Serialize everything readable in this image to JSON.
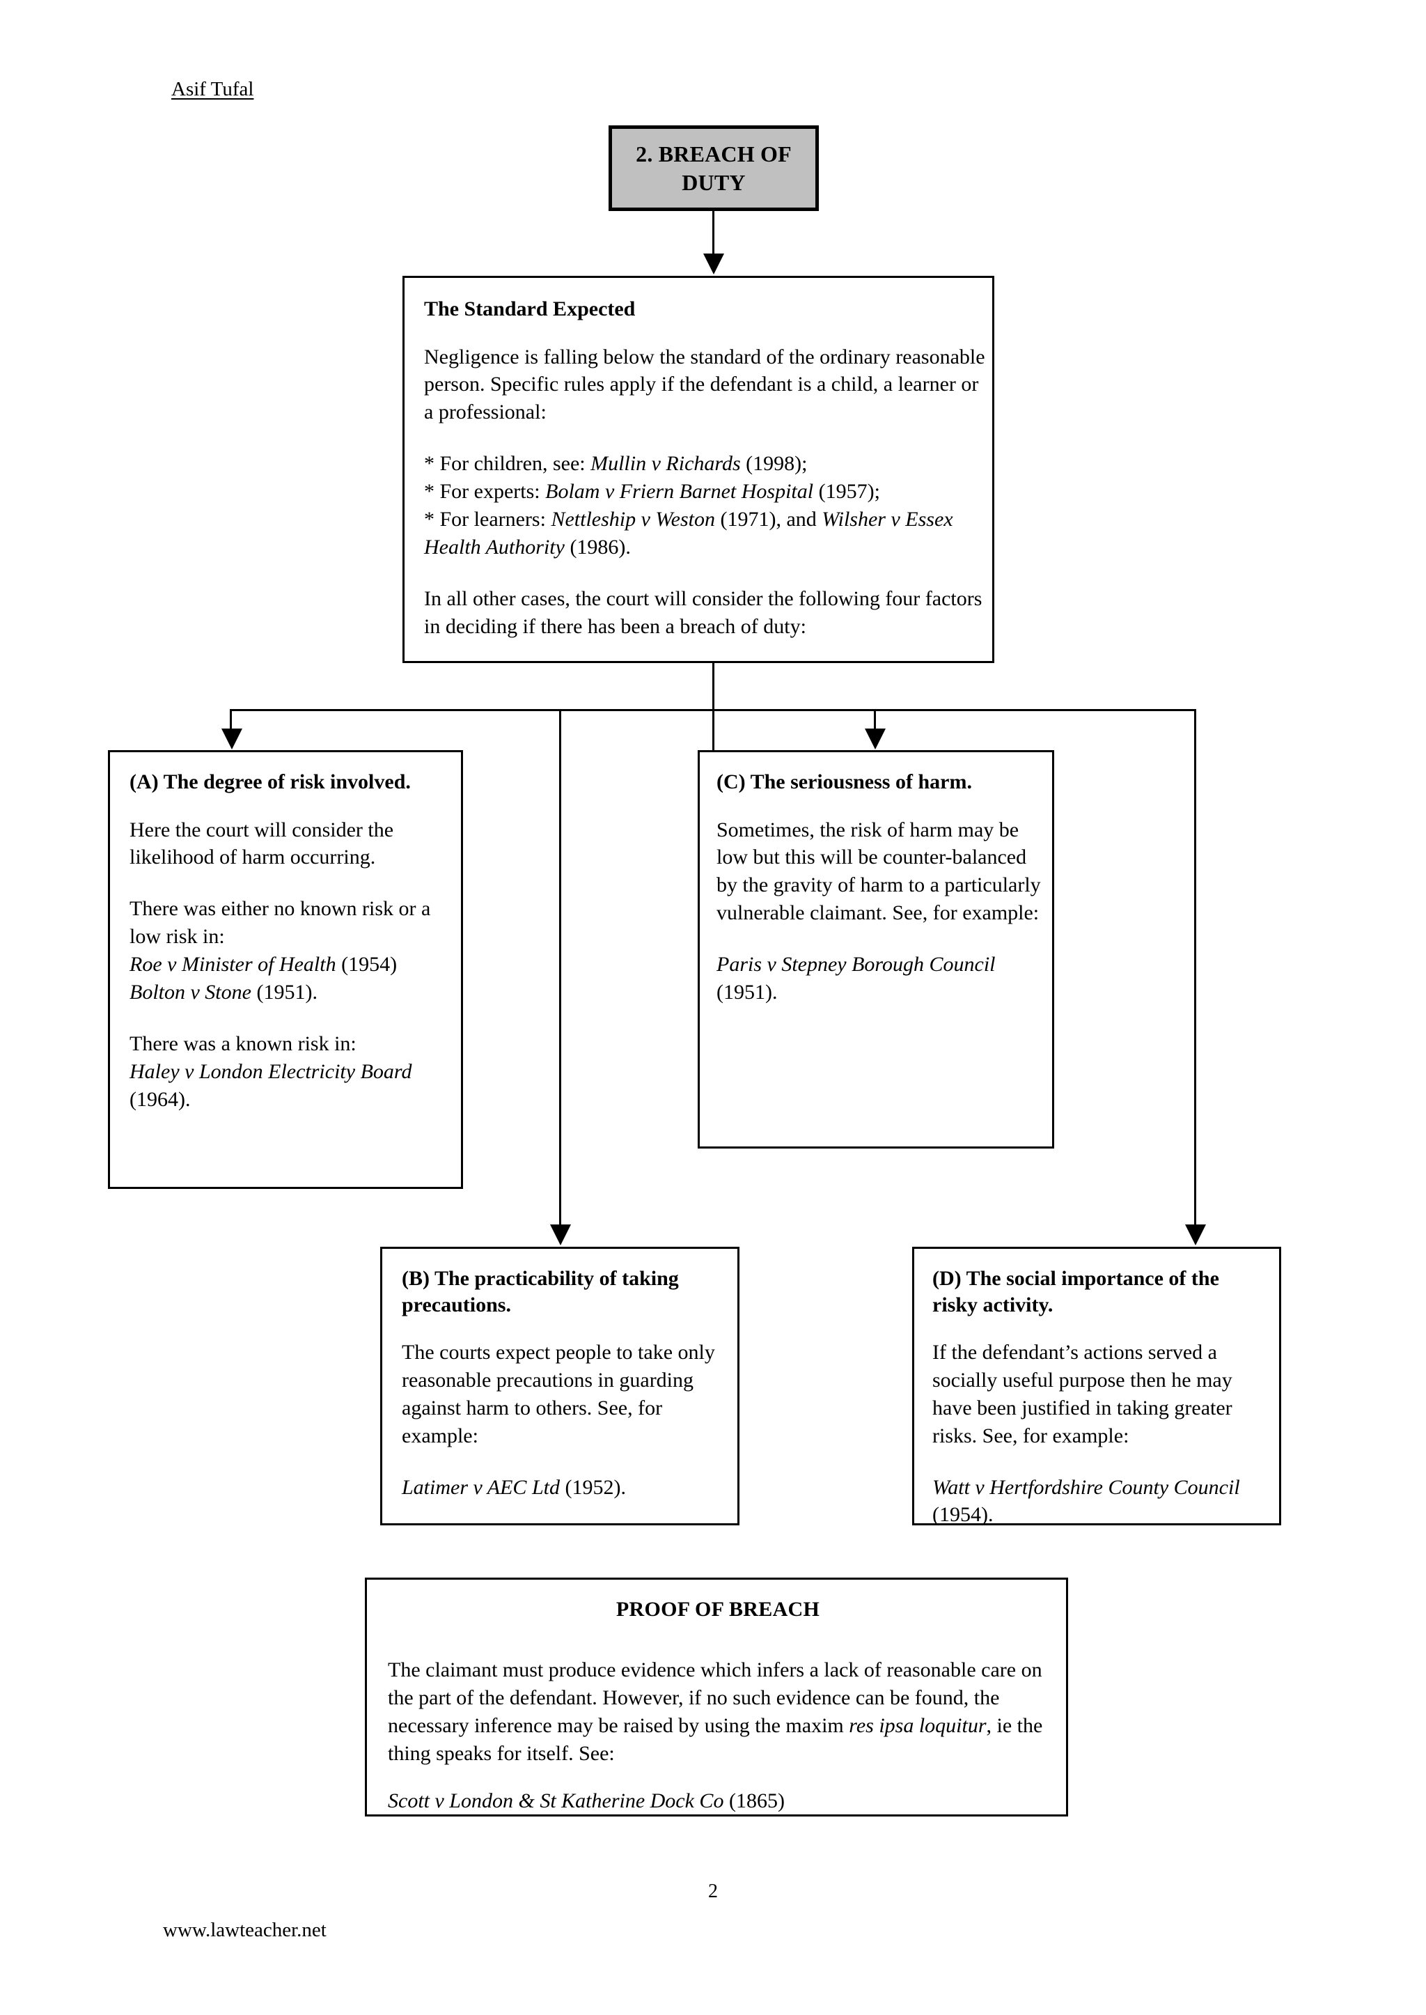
{
  "document": {
    "author": "Asif Tufal",
    "footer_url": "www.lawteacher.net",
    "page_number": "2"
  },
  "title_box": {
    "line1": "2. BREACH OF",
    "line2": "DUTY",
    "fill_color": "#c0c0c0"
  },
  "standard_box": {
    "heading": "The Standard Expected",
    "paragraph1": "Negligence is falling below the standard of the ordinary reasonable person.  Specific rules apply if the defendant is a child, a learner or a professional:",
    "bullets": [
      {
        "prefix": "* For children, see: ",
        "case": "Mullin v Richards",
        "suffix": " (1998);"
      },
      {
        "prefix": "* For experts: ",
        "case": "Bolam v Friern Barnet Hospital",
        "suffix": " (1957);"
      },
      {
        "prefix": "* For learners: ",
        "case": "Nettleship v Weston",
        "suffix": " (1971), and ",
        "case2": "Wilsher v Essex Health Authority",
        "suffix2": " (1986)."
      }
    ],
    "paragraph2": "In all other cases, the court will consider the following four factors in deciding if there has been a breach of duty:"
  },
  "box_a": {
    "heading": "(A) The degree of risk involved.",
    "paragraph1": "Here the court will consider the likelihood of harm occurring.",
    "paragraph2": "There was either no known risk or a low risk in:",
    "case1": "Roe v Minister of Health",
    "case1_year": " (1954)",
    "case2": "Bolton v Stone",
    "case2_year": " (1951).",
    "paragraph3": "There was a known risk in:",
    "case3": "Haley v London Electricity Board",
    "case3_year": " (1964)."
  },
  "box_b": {
    "heading": "(B) The practicability of taking precautions.",
    "paragraph1": "The courts expect people to take only reasonable precautions in guarding against harm to others.  See, for example:",
    "case1": "Latimer v AEC Ltd",
    "case1_year": " (1952)."
  },
  "box_c": {
    "heading": "(C) The seriousness of harm.",
    "paragraph1": "Sometimes, the risk of harm may be low but this will be counter-balanced by the gravity of harm to a particularly vulnerable claimant.  See, for example:",
    "case1": "Paris v Stepney Borough Council",
    "case1_year": " (1951)."
  },
  "box_d": {
    "heading": "(D) The social importance of the risky activity.",
    "paragraph1": "If the defendant’s actions served a socially useful purpose then he may have been justified in taking greater risks.  See, for example:",
    "case1": "Watt v Hertfordshire County Council",
    "case1_year": " (1954)."
  },
  "box_proof": {
    "heading": "PROOF OF BREACH",
    "paragraph_part1": "The claimant must produce evidence which infers a lack of reasonable care on the part of the defendant.  However, if no such evidence can be found, the necessary inference may be raised by using the maxim ",
    "maxim": "res ipsa loquitur",
    "paragraph_part2": ", ie the thing speaks for itself.  See:",
    "case1": "Scott v London & St Katherine Dock Co",
    "case1_year": " (1865)"
  }
}
